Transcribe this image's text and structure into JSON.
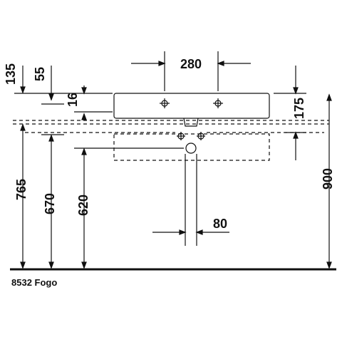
{
  "diagram": {
    "caption": "8532 Fogo",
    "dimensions": {
      "top_width": "280",
      "top_left_a": "135",
      "top_left_b": "55",
      "rim": "16",
      "right_depth": "175",
      "bottom_trap": "80",
      "height_765": "765",
      "height_670": "670",
      "height_620": "620",
      "height_900": "900"
    }
  },
  "colors": {
    "line": "#111111",
    "background": "#ffffff"
  }
}
